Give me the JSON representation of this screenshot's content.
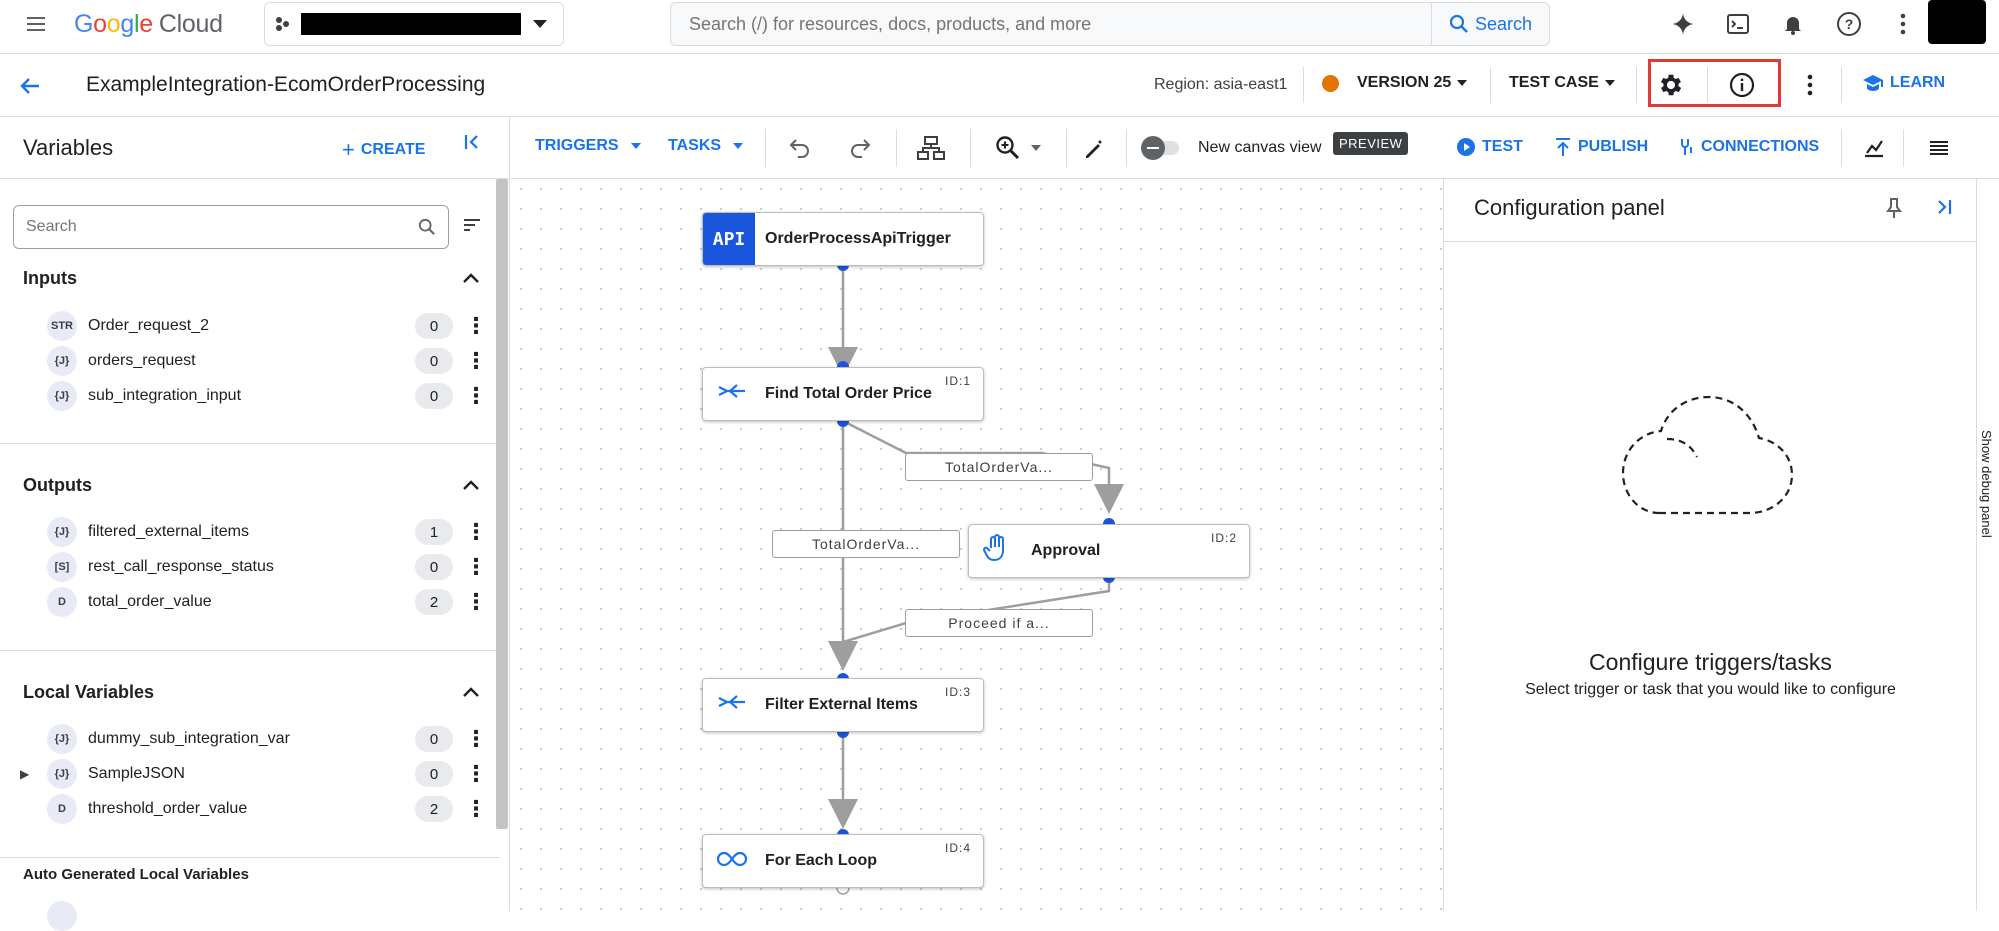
{
  "topbar": {
    "logo_google": "Google",
    "logo_cloud": "Cloud",
    "search_placeholder": "Search (/) for resources, docs, products, and more",
    "search_button": "Search"
  },
  "header": {
    "title": "ExampleIntegration-EcomOrderProcessing",
    "region": "Region: asia-east1",
    "version": "VERSION 25",
    "version_dot_color": "#e37400",
    "test_case": "TEST CASE",
    "learn": "LEARN"
  },
  "variables": {
    "title": "Variables",
    "create": "CREATE",
    "search_placeholder": "Search",
    "sections": {
      "inputs": {
        "title": "Inputs",
        "items": [
          {
            "badge": "STR",
            "name": "Order_request_2",
            "count": "0"
          },
          {
            "badge": "{J}",
            "name": "orders_request",
            "count": "0"
          },
          {
            "badge": "{J}",
            "name": "sub_integration_input",
            "count": "0"
          }
        ]
      },
      "outputs": {
        "title": "Outputs",
        "items": [
          {
            "badge": "{J}",
            "name": "filtered_external_items",
            "count": "1"
          },
          {
            "badge": "[S]",
            "name": "rest_call_response_status",
            "count": "0"
          },
          {
            "badge": "D",
            "name": "total_order_value",
            "count": "2"
          }
        ]
      },
      "local": {
        "title": "Local Variables",
        "items": [
          {
            "badge": "{J}",
            "name": "dummy_sub_integration_var",
            "count": "0"
          },
          {
            "badge": "{J}",
            "name": "SampleJSON",
            "count": "0"
          },
          {
            "badge": "D",
            "name": "threshold_order_value",
            "count": "2"
          }
        ]
      },
      "auto": {
        "title": "Auto Generated Local Variables"
      }
    }
  },
  "toolbar": {
    "triggers": "TRIGGERS",
    "tasks": "TASKS",
    "new_canvas": "New canvas view",
    "preview": "PREVIEW",
    "test": "TEST",
    "publish": "PUBLISH",
    "connections": "CONNECTIONS"
  },
  "canvas": {
    "nodes": {
      "trigger": {
        "label": "OrderProcessApiTrigger",
        "icon_text": "API"
      },
      "find": {
        "label": "Find Total Order Price",
        "id": "ID:1"
      },
      "approval": {
        "label": "Approval",
        "id": "ID:2"
      },
      "filter": {
        "label": "Filter External Items",
        "id": "ID:3"
      },
      "loop": {
        "label": "For Each Loop",
        "id": "ID:4"
      }
    },
    "edge_labels": {
      "e1": "TotalOrderVa...",
      "e2": "TotalOrderVa...",
      "e3": "Proceed if a..."
    }
  },
  "config": {
    "title": "Configuration panel",
    "main": "Configure triggers/tasks",
    "sub": "Select trigger or task that you would like to configure",
    "debug": "Show debug panel"
  }
}
